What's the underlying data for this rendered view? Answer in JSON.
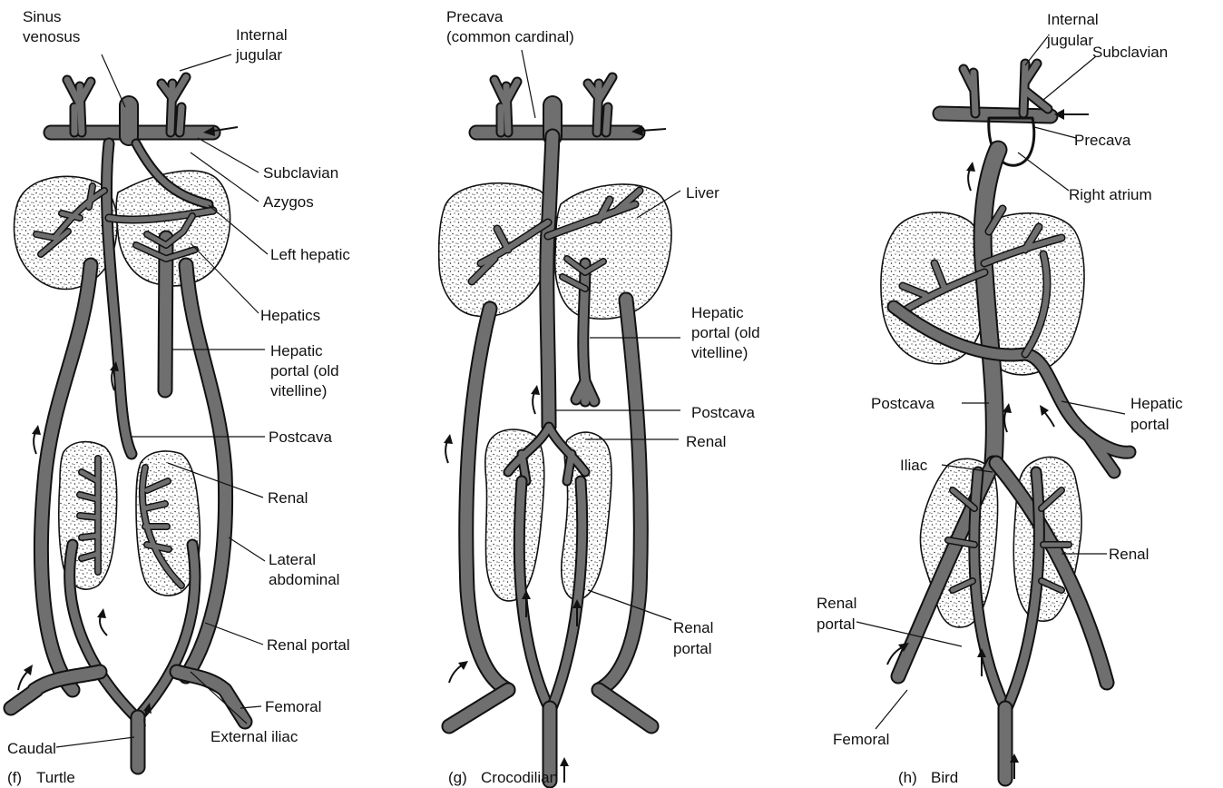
{
  "panels": [
    {
      "id": "f",
      "caption_letter": "(f)",
      "caption_name": "Turtle",
      "labels": {
        "sinus_venosus_1": "Sinus",
        "sinus_venosus_2": "venosus",
        "internal_jugular_1": "Internal",
        "internal_jugular_2": "jugular",
        "subclavian": "Subclavian",
        "azygos": "Azygos",
        "left_hepatic": "Left hepatic",
        "hepatics": "Hepatics",
        "hepatic_portal_1": "Hepatic",
        "hepatic_portal_2": "portal (old",
        "hepatic_portal_3": "vitelline)",
        "postcava": "Postcava",
        "renal": "Renal",
        "lateral_abdominal_1": "Lateral",
        "lateral_abdominal_2": "abdominal",
        "renal_portal": "Renal portal",
        "femoral": "Femoral",
        "caudal": "Caudal",
        "external_iliac": "External iliac"
      }
    },
    {
      "id": "g",
      "caption_letter": "(g)",
      "caption_name": "Crocodilian",
      "labels": {
        "precava_1": "Precava",
        "precava_2": "(common cardinal)",
        "liver": "Liver",
        "hepatic_portal_1": "Hepatic",
        "hepatic_portal_2": "portal (old",
        "hepatic_portal_3": "vitelline)",
        "postcava": "Postcava",
        "renal": "Renal",
        "renal_portal_1": "Renal",
        "renal_portal_2": "portal"
      }
    },
    {
      "id": "h",
      "caption_letter": "(h)",
      "caption_name": "Bird",
      "labels": {
        "internal_jugular_1": "Internal",
        "internal_jugular_2": "jugular",
        "subclavian": "Subclavian",
        "precava": "Precava",
        "right_atrium": "Right atrium",
        "postcava": "Postcava",
        "hepatic_portal_1": "Hepatic",
        "hepatic_portal_2": "portal",
        "iliac": "Iliac",
        "renal": "Renal",
        "renal_portal_1": "Renal",
        "renal_portal_2": "portal",
        "femoral": "Femoral"
      }
    }
  ],
  "colors": {
    "vein_fill": "#6f6f6f",
    "outline": "#111111",
    "organ_stipple": "#222222",
    "background": "#ffffff"
  }
}
